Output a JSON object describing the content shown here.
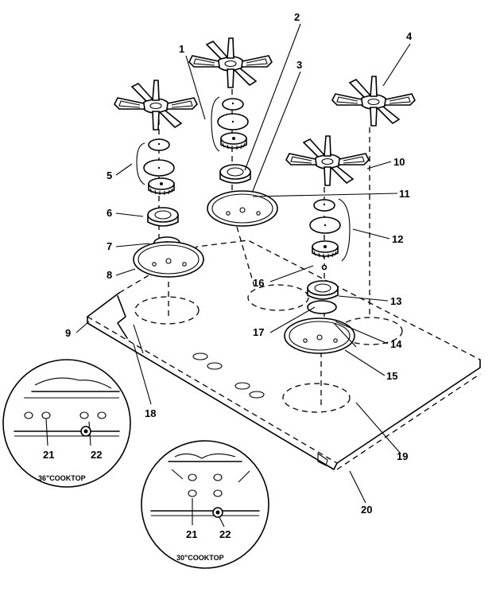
{
  "callouts": {
    "c1": "1",
    "c2": "2",
    "c3": "3",
    "c4": "4",
    "c5": "5",
    "c6": "6",
    "c7": "7",
    "c8": "8",
    "c9": "9",
    "c10": "10",
    "c11": "11",
    "c12": "12",
    "c13": "13",
    "c14": "14",
    "c15": "15",
    "c16": "16",
    "c17": "17",
    "c18": "18",
    "c19": "19",
    "c20": "20"
  },
  "inset_36": {
    "caption": "36\"COOKTOP",
    "label_21": "21",
    "label_22": "22"
  },
  "inset_30": {
    "caption": "30\"COOKTOP",
    "label_21": "21",
    "label_22": "22"
  }
}
